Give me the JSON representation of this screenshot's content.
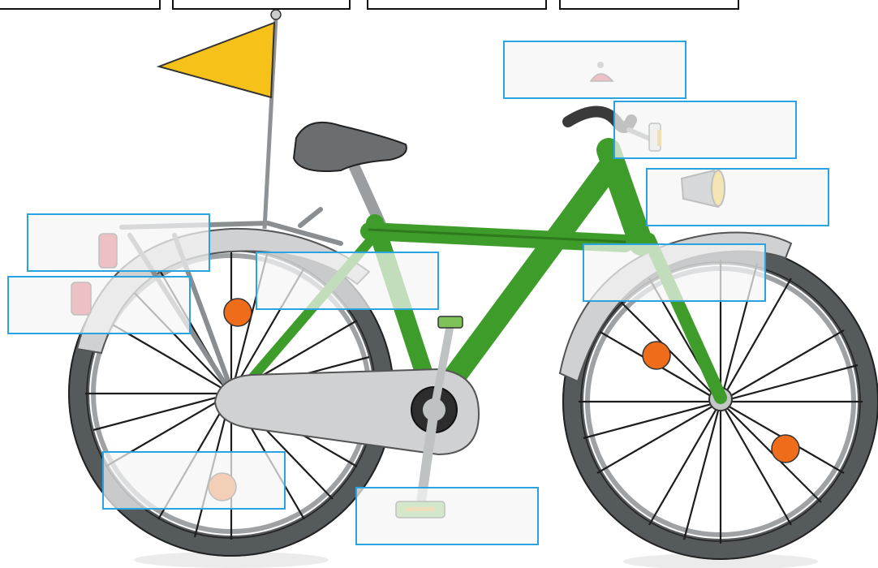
{
  "diagram": {
    "subject": "bicycle",
    "frame_color": "#3e9d2a",
    "frame_shade": "#2c7a1c",
    "reflector_color": "#ef6c1a",
    "flag_color": "#f6c21a",
    "tire_color": "#666a6c",
    "fender_color": "#c9cbcc",
    "saddle_color": "#6b6e70",
    "lamp_color": "#f0b90e",
    "taillight_color": "#d63a45",
    "pedal_color": "#7fc25a"
  },
  "word_bank": {
    "slots": [
      {
        "id": "word-slot-1",
        "label": ""
      },
      {
        "id": "word-slot-2",
        "label": ""
      },
      {
        "id": "word-slot-3",
        "label": ""
      },
      {
        "id": "word-slot-4",
        "label": ""
      }
    ]
  },
  "drop_zones": [
    {
      "id": "drop-zone-bell",
      "label": ""
    },
    {
      "id": "drop-zone-brake-lever",
      "label": ""
    },
    {
      "id": "drop-zone-headlight",
      "label": ""
    },
    {
      "id": "drop-zone-front-fork",
      "label": ""
    },
    {
      "id": "drop-zone-luggage-rack",
      "label": ""
    },
    {
      "id": "drop-zone-tail-light",
      "label": ""
    },
    {
      "id": "drop-zone-frame",
      "label": ""
    },
    {
      "id": "drop-zone-spoke-reflector",
      "label": ""
    },
    {
      "id": "drop-zone-pedal",
      "label": ""
    }
  ],
  "colors": {
    "accent": "#2aa4e0",
    "slot_border": "#111111"
  }
}
